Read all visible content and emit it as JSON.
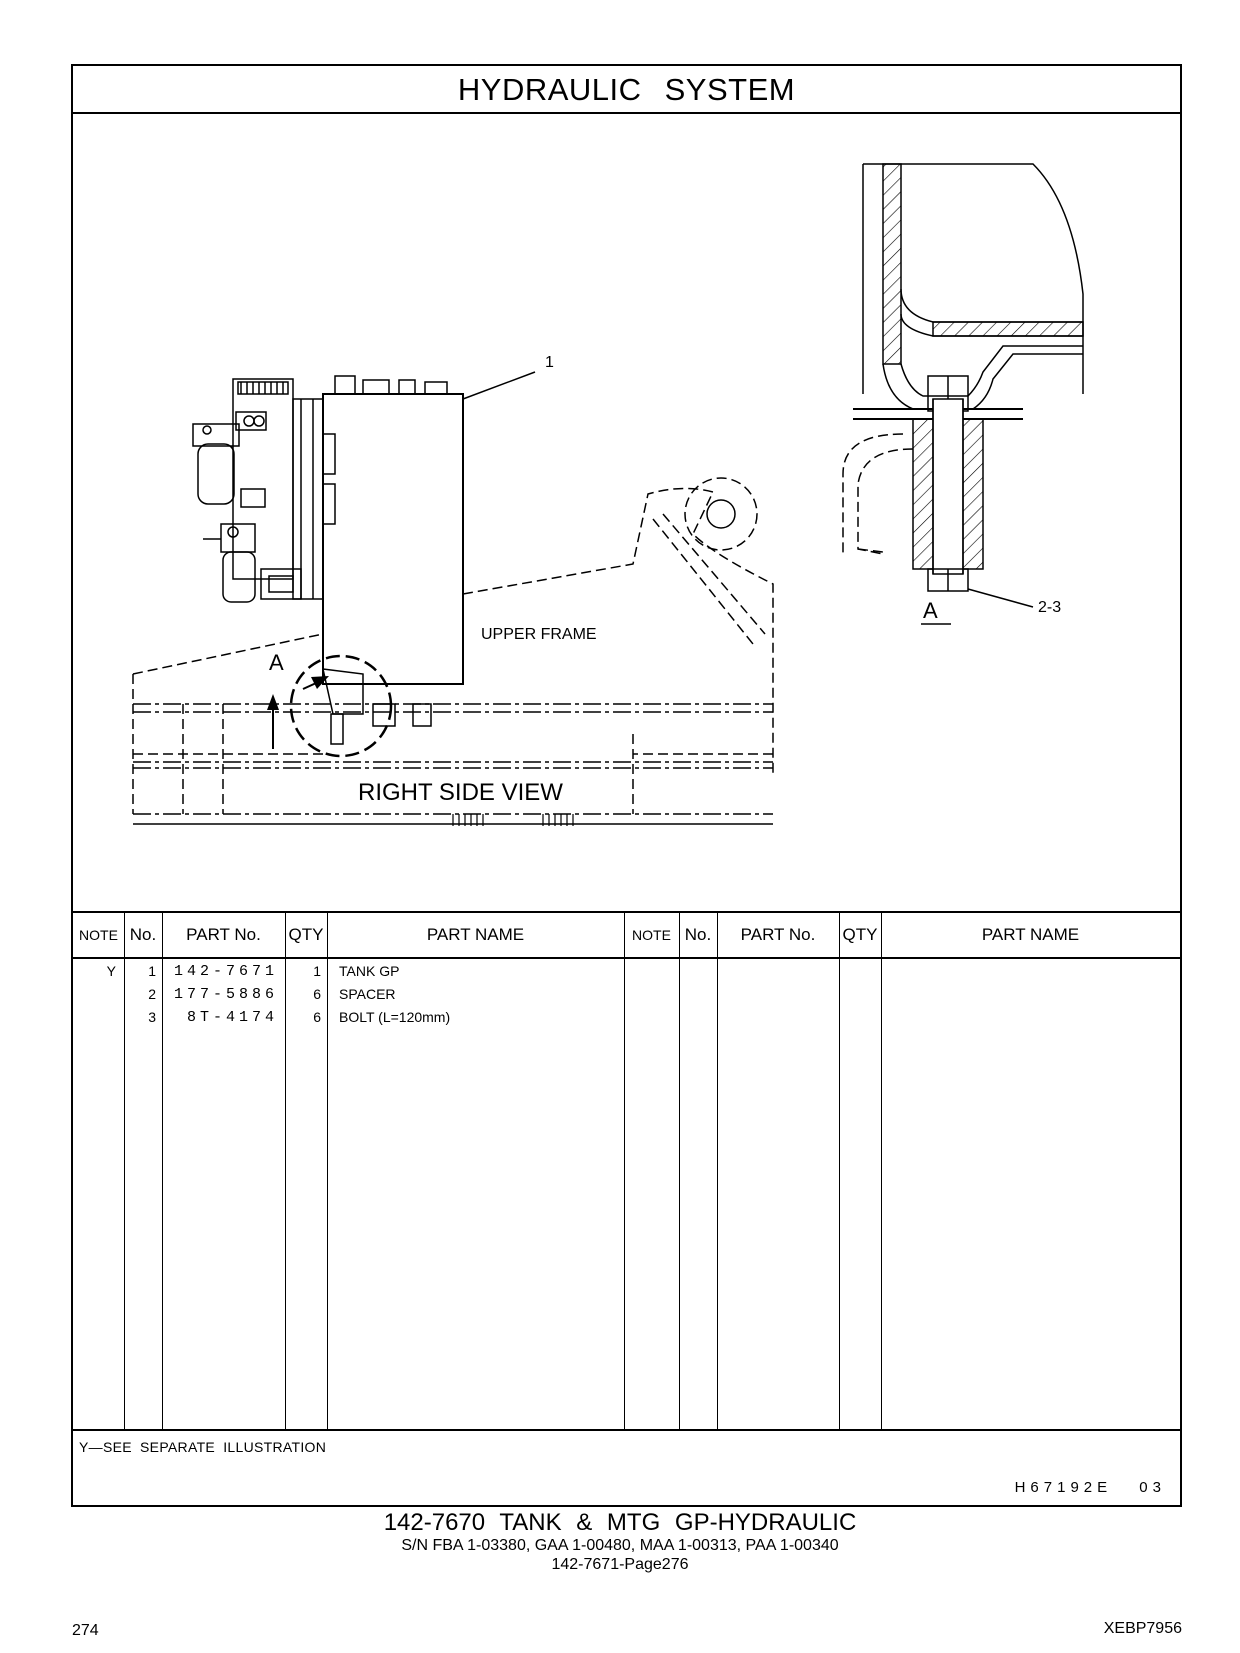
{
  "header": {
    "title": "HYDRAULIC   SYSTEM"
  },
  "drawing": {
    "callout_1": "1",
    "callout_2_3": "2-3",
    "callout_a_main": "A",
    "callout_a_detail": "A",
    "upper_frame_label": "UPPER FRAME",
    "view_label": "RIGHT SIDE VIEW"
  },
  "table": {
    "columns": [
      "NOTE",
      "No.",
      "PART No.",
      "QTY",
      "PART NAME",
      "NOTE",
      "No.",
      "PART No.",
      "QTY",
      "PART NAME"
    ],
    "rows": [
      {
        "note": "Y",
        "no": "1",
        "part_no": "142-7671",
        "qty": "1",
        "name": "TANK  GP"
      },
      {
        "note": "",
        "no": "2",
        "part_no": "177-5886",
        "qty": "6",
        "name": "SPACER"
      },
      {
        "note": "",
        "no": "3",
        "part_no": "8T-4174",
        "qty": "6",
        "name": "BOLT (L=120mm)"
      }
    ],
    "footnote": "Y—SEE  SEPARATE  ILLUSTRATION",
    "drawing_code": "H67192E  03"
  },
  "footer": {
    "line1": "142-7670  TANK  &  MTG  GP-HYDRAULIC",
    "line2": "S/N FBA 1-03380, GAA 1-00480, MAA 1-00313, PAA 1-00340",
    "line3": "142-7671-Page276",
    "page_number": "274",
    "document_code": "XEBP7956"
  }
}
